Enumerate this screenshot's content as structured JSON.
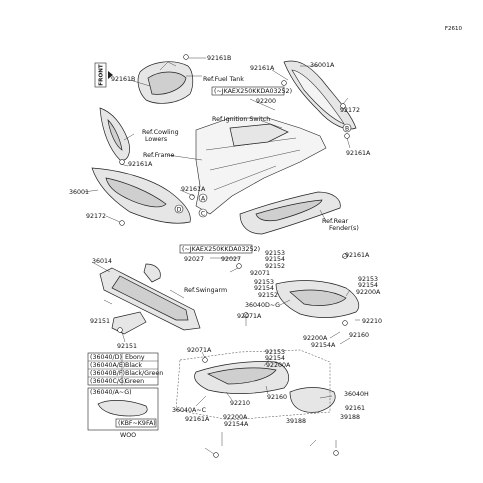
{
  "figure_code": "F2610",
  "front_marker": "FRONT",
  "labels": {
    "p92161B": "92161B",
    "p36001A": "36001A",
    "p92161A_top": "92161A",
    "ref_fuel_tank": "Ref.Fuel Tank",
    "p92161B_left": "92161B",
    "vin_range_1": "(~JKAEX250KKDA03252)",
    "p92200_top": "92200",
    "p92172_top": "92172",
    "ref_ignition": "Ref.Ignition Switch",
    "ref_cowling": "Ref.Cowling",
    "ref_cowling_2": "Lowers",
    "p92161A_right": "92161A",
    "ref_frame": "Ref.Frame",
    "p92161A_left": "92161A",
    "p36001": "36001",
    "p92161A_mid": "92161A",
    "ref_rear_fender": "Ref.Rear",
    "ref_rear_fender_2": "Fender(s)",
    "p92172_left": "92172",
    "vin_range_2": "(~JKAEX250KKDA03252)",
    "p92027_a": "92027",
    "p92027_b": "92027",
    "p92153_a": "92153",
    "p92154_a": "92154",
    "p92152_a": "92152",
    "p92161A_r2": "92161A",
    "p36014": "36014",
    "p92071": "92071",
    "p92153_b": "92153",
    "p92154_b": "92154",
    "p92152_b": "92152",
    "p92153_r": "92153",
    "p92154_r": "92154",
    "p92200A_r": "92200A",
    "ref_swingarm": "Ref.Swingarm",
    "p36040D_G": "36040D~G",
    "p92151_a": "92151",
    "p92071A_a": "92071A",
    "p92210_r": "92210",
    "p92200A_m": "92200A",
    "p92154A_m": "92154A",
    "p92160_a": "92160",
    "p92151_b": "92151",
    "p92071A_b": "92071A",
    "p92153_c": "92153",
    "p92154_c": "92154",
    "p92200A_c": "92200A",
    "p92160_b": "92160",
    "p36040H": "36040H",
    "p92210_b": "92210",
    "p36040A_C": "36040A~C",
    "p92161A_b": "92161A",
    "p92200A_b": "92200A",
    "p92154A_b": "92154A",
    "p92161_b": "92161",
    "p39188_a": "39188",
    "p39188_b": "39188",
    "vin_range_3": "(KBF~K9FA)",
    "w00_note": "WOO"
  },
  "color_table": [
    {
      "code": "(36040/D)",
      "color": "Ebony"
    },
    {
      "code": "(36040A/E)",
      "color": "Black"
    },
    {
      "code": "(36040B/F)",
      "color": "Black/Green"
    },
    {
      "code": "(36040C/G)",
      "color": "Green"
    }
  ],
  "inset_title": "(36040/A~G)",
  "callout_letters": [
    "A",
    "B",
    "C",
    "D"
  ]
}
